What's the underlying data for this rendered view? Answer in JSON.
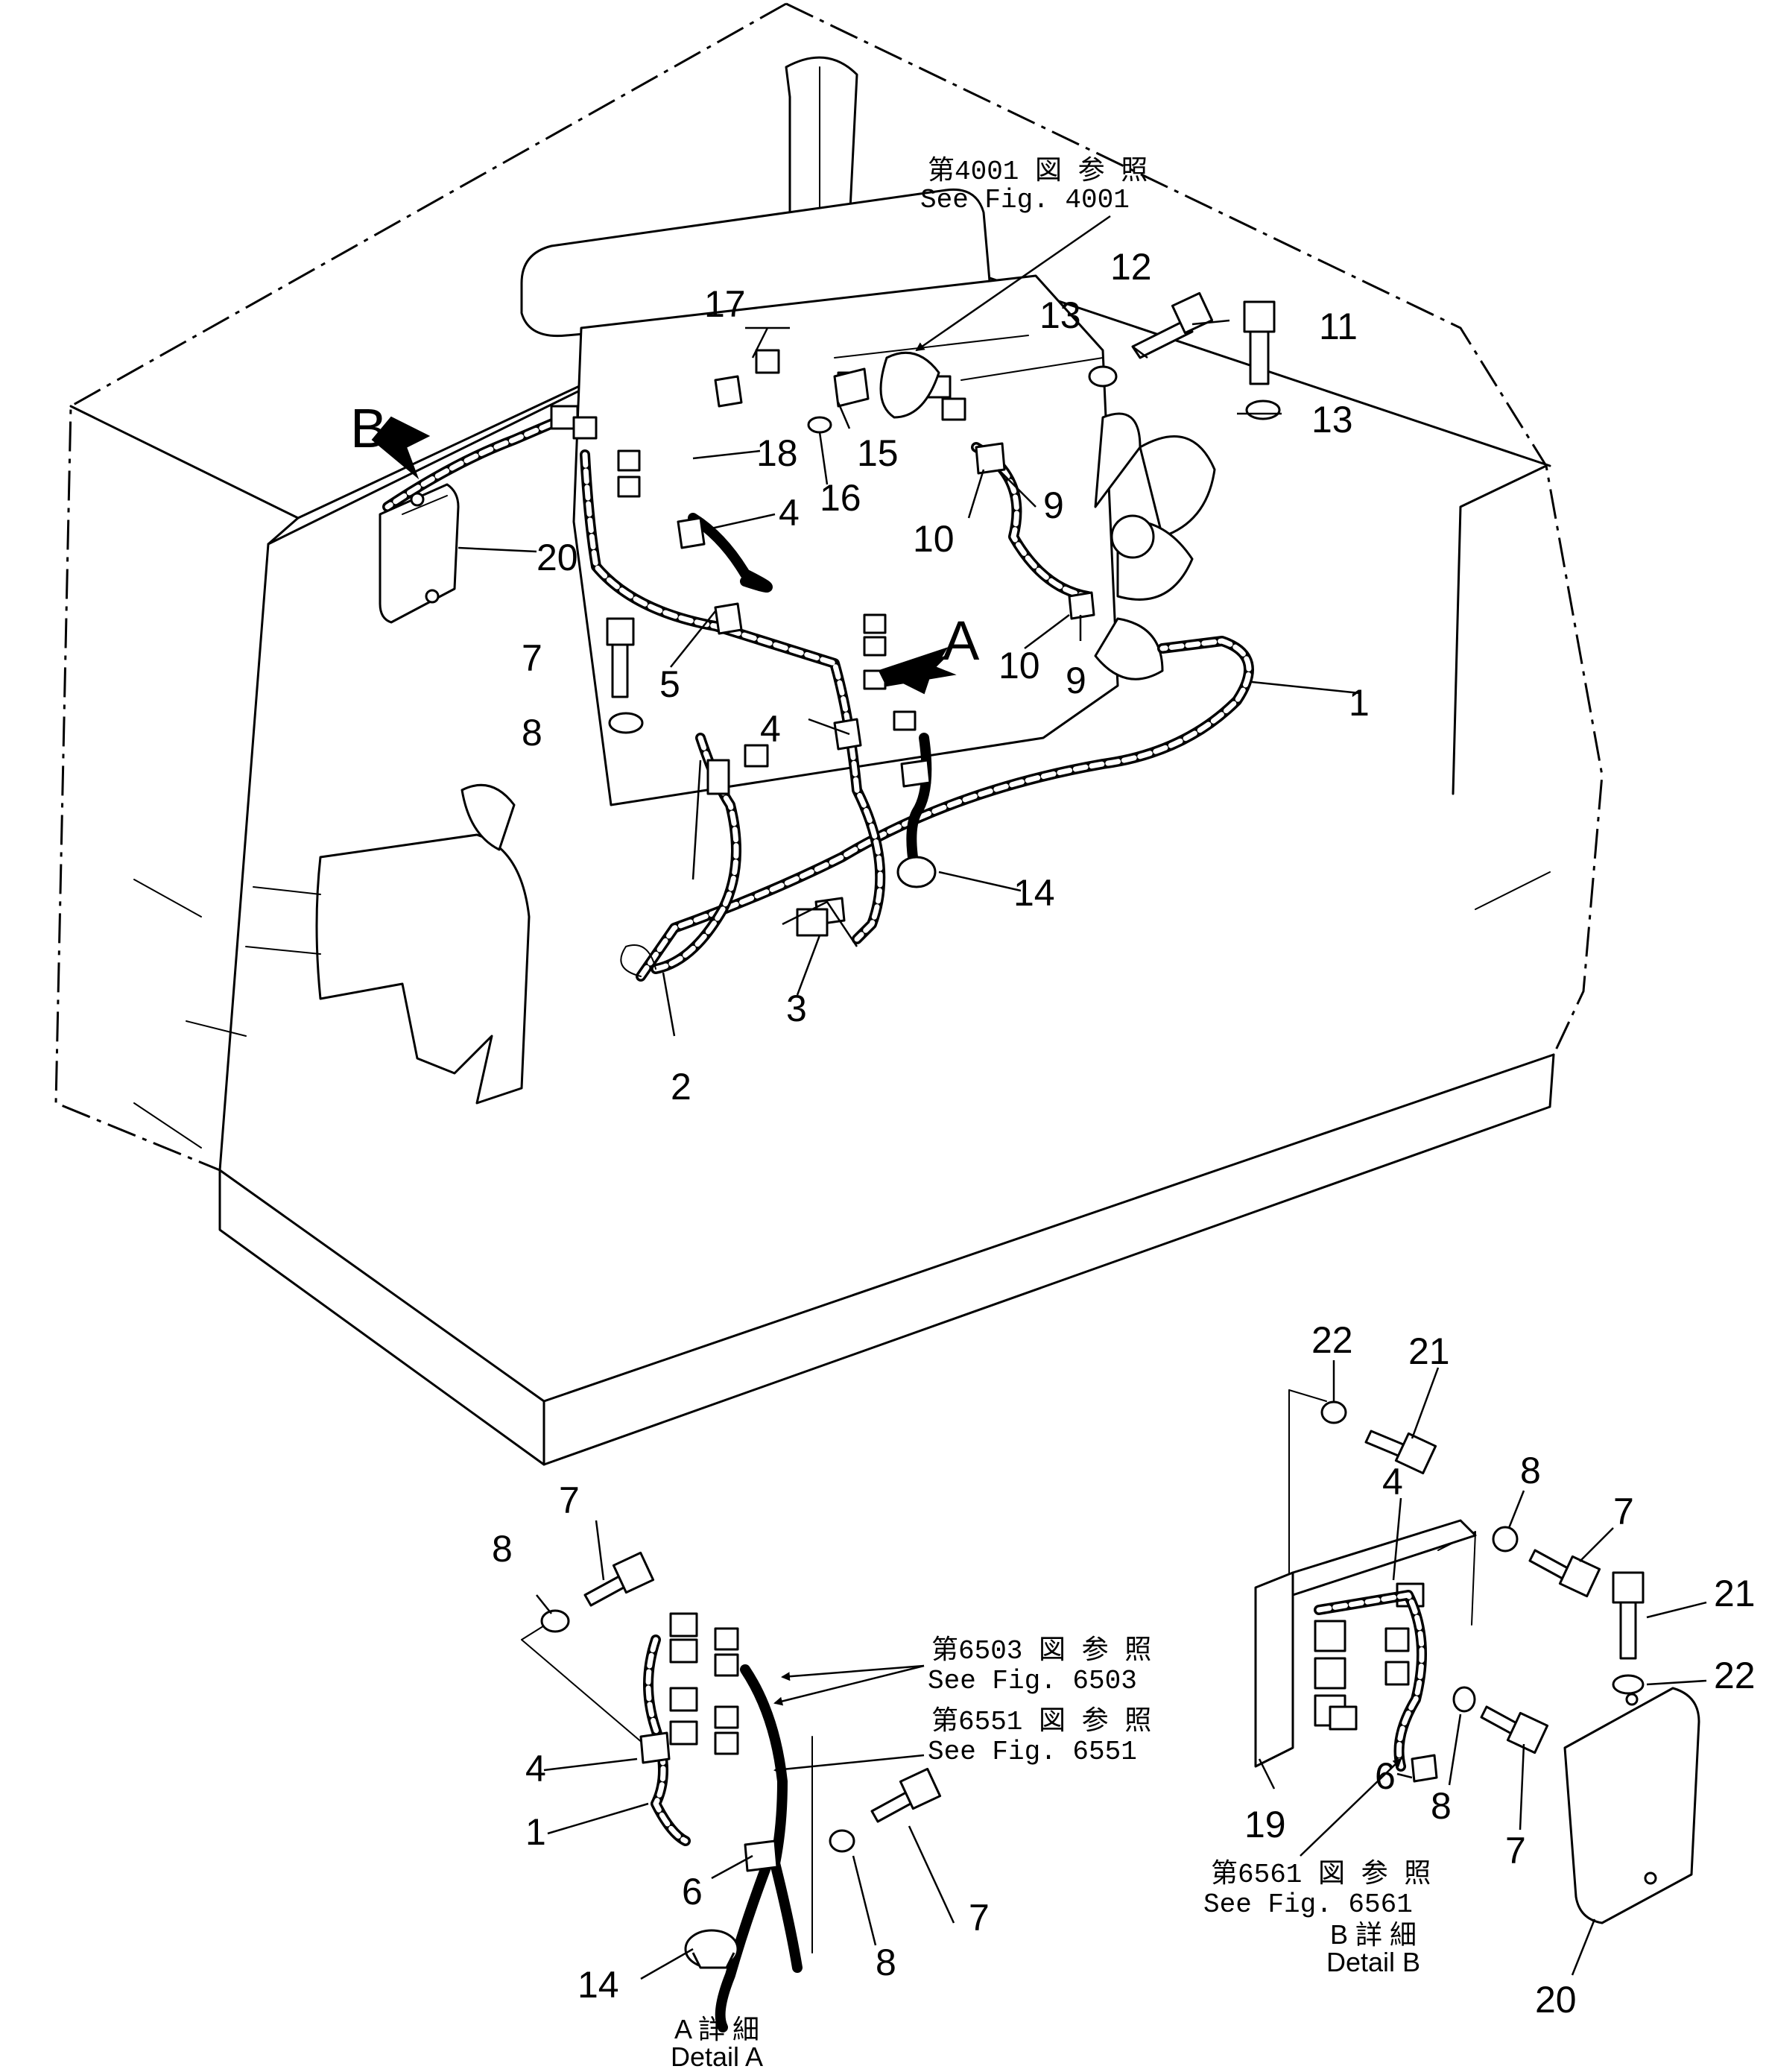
{
  "main": {
    "callouts": {
      "c1": "1",
      "c2": "2",
      "c3": "3",
      "c4a": "4",
      "c4b": "4",
      "c5": "5",
      "c7": "7",
      "c8": "8",
      "c9a": "9",
      "c9b": "9",
      "c10a": "10",
      "c10b": "10",
      "c11": "11",
      "c12": "12",
      "c13a": "13",
      "c13b": "13",
      "c14": "14",
      "c15": "15",
      "c16": "16",
      "c17": "17",
      "c18": "18",
      "c20": "20"
    },
    "view_a": "A",
    "view_b": "B",
    "ref_4001": {
      "jp": "第4001 図 参 照",
      "en": "See Fig. 4001"
    }
  },
  "detail_a": {
    "callouts": {
      "c7a": "7",
      "c8a": "8",
      "c4": "4",
      "c1": "1",
      "c6": "6",
      "c14": "14",
      "c8b": "8",
      "c7b": "7"
    },
    "ref_6503": {
      "jp": "第6503 図 参 照",
      "en": "See Fig. 6503"
    },
    "ref_6551": {
      "jp": "第6551 図 参 照",
      "en": "See Fig. 6551"
    },
    "caption": {
      "jp": "A  詳  細",
      "en": "Detail  A"
    }
  },
  "detail_b": {
    "callouts": {
      "c22a": "22",
      "c21a": "21",
      "c4": "4",
      "c8a": "8",
      "c7a": "7",
      "c21b": "21",
      "c22b": "22",
      "c19": "19",
      "c6": "6",
      "c8b": "8",
      "c7b": "7",
      "c20": "20"
    },
    "ref_6561": {
      "jp": "第6561 図 参 照",
      "en": "See Fig. 6561"
    },
    "caption": {
      "jp": "B  詳  細",
      "en": "Detail  B"
    }
  }
}
